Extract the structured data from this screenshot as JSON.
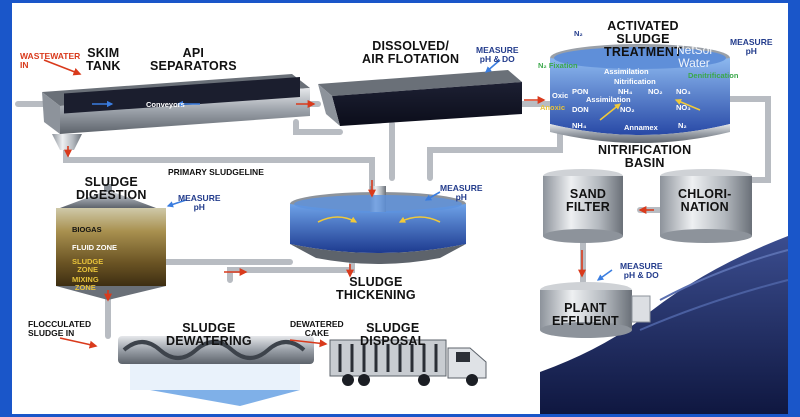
{
  "labels": {
    "wastewater_in": "WASTEWATER\nIN",
    "skim_tank": "SKIM\nTANK",
    "api_separators": "API\nSEPARATORS",
    "conveyors": "Conveyors",
    "dissolved_air_flotation": "DISSOLVED/\nAIR FLOTATION",
    "measure_ph_do": "MEASURE\npH & DO",
    "activated_sludge_treatment": "ACTIVATED\nSLUDGE\nTREATMENT",
    "measure_ph": "MEASURE\npH",
    "nitrification_basin": "NITRIFICATION\nBASIN",
    "primary_sludgeline": "PRIMARY SLUDGELINE",
    "sludge_digestion": "SLUDGE\nDIGESTION",
    "measure_ph_digestion": "MEASURE\npH",
    "measure_ph_thickening": "MEASURE\npH",
    "sludge_thickening": "SLUDGE\nTHICKENING",
    "sand_filter": "SAND\nFILTER",
    "chlorination": "CHLORI-\nNATION",
    "measure_ph_do_effluent": "MEASURE\npH & DO",
    "plant_effluent": "PLANT\nEFFLUENT",
    "flocculated_sludge_in": "FLOCCULATED\nSLUDGE IN",
    "sludge_dewatering": "SLUDGE\nDEWATERING",
    "dewatered_cake": "DEWATERED\nCAKE",
    "sludge_disposal": "SLUDGE\nDISPOSAL"
  },
  "basin_terms": {
    "n2_top": "N₂",
    "n2_fixation": "N₂ Fixation",
    "assimilation_1": "Assimilation",
    "nitrification": "Nitrification",
    "pon": "PON",
    "nh4_1": "NH₄",
    "no2_1": "NO₂",
    "no3_1": "NO₃",
    "assimilation_2": "Assimilation",
    "oxic": "Oxic",
    "anoxic": "Anoxic",
    "don": "DON",
    "no2_2": "NO₂",
    "no3_2": "NO₃",
    "nh4_2": "NH₄",
    "annamex": "Annamex",
    "n2_bottom": "N₂",
    "denitrification": "Denitrification"
  },
  "digester_zones": {
    "biogas": "BIOGAS",
    "fluid_zone": "FLUID ZONE",
    "sludge_zone": "SLUDGE\nZONE",
    "mixing_zone": "MIXING\nZONE"
  },
  "watermark": {
    "line1": "NetSol",
    "line2": "Water"
  },
  "colors": {
    "frame": "#1a56c9",
    "pipe": "#b8bcc2",
    "arrow_red": "#d93a1c",
    "arrow_blue": "#3a7de0",
    "arrow_green": "#3aa84a",
    "effluent_water": "#1b2a66"
  }
}
